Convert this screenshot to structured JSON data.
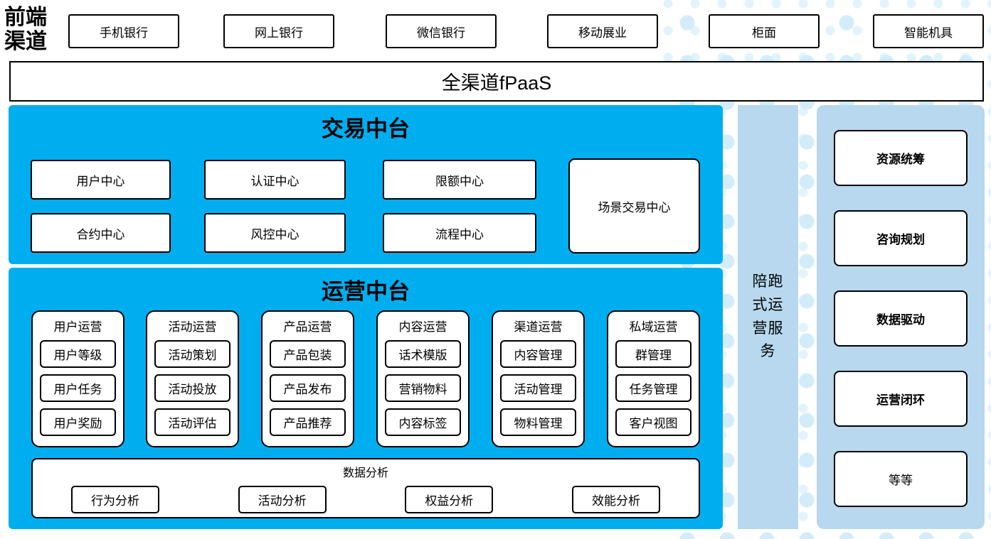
{
  "front_channels": {
    "label": "前端渠道",
    "items": [
      "手机银行",
      "网上银行",
      "微信银行",
      "移动展业",
      "柜面",
      "智能机具"
    ]
  },
  "fpaas": {
    "label": "全渠道fPaaS"
  },
  "transaction_platform": {
    "title": "交易中台",
    "row1": [
      "用户中心",
      "认证中心",
      "限额中心"
    ],
    "row2": [
      "合约中心",
      "风控中心",
      "流程中心"
    ],
    "tall_box": "场景交易中心"
  },
  "operation_platform": {
    "title": "运营中台",
    "columns": [
      {
        "header": "用户运营",
        "items": [
          "用户等级",
          "用户任务",
          "用户奖励"
        ]
      },
      {
        "header": "活动运营",
        "items": [
          "活动策划",
          "活动投放",
          "活动评估"
        ]
      },
      {
        "header": "产品运营",
        "items": [
          "产品包装",
          "产品发布",
          "产品推荐"
        ]
      },
      {
        "header": "内容运营",
        "items": [
          "话术模版",
          "营销物料",
          "内容标签"
        ]
      },
      {
        "header": "渠道运营",
        "items": [
          "内容管理",
          "活动管理",
          "物料管理"
        ]
      },
      {
        "header": "私域运营",
        "items": [
          "群管理",
          "任务管理",
          "客户视图"
        ]
      }
    ],
    "analysis": {
      "title": "数据分析",
      "items": [
        "行为分析",
        "活动分析",
        "权益分析",
        "效能分析"
      ]
    }
  },
  "side_bar": {
    "label": "陪跑式运营服务"
  },
  "right_panel": {
    "items": [
      {
        "label": "资源统筹"
      },
      {
        "label": "咨询规划"
      },
      {
        "label": "数据驱动"
      },
      {
        "label": "运营闭环"
      },
      {
        "label": "等等"
      }
    ]
  },
  "colors": {
    "bright_blue": "#00aef0",
    "light_blue": "#b7d8ee",
    "dot_blue": "#d3ecfa"
  }
}
